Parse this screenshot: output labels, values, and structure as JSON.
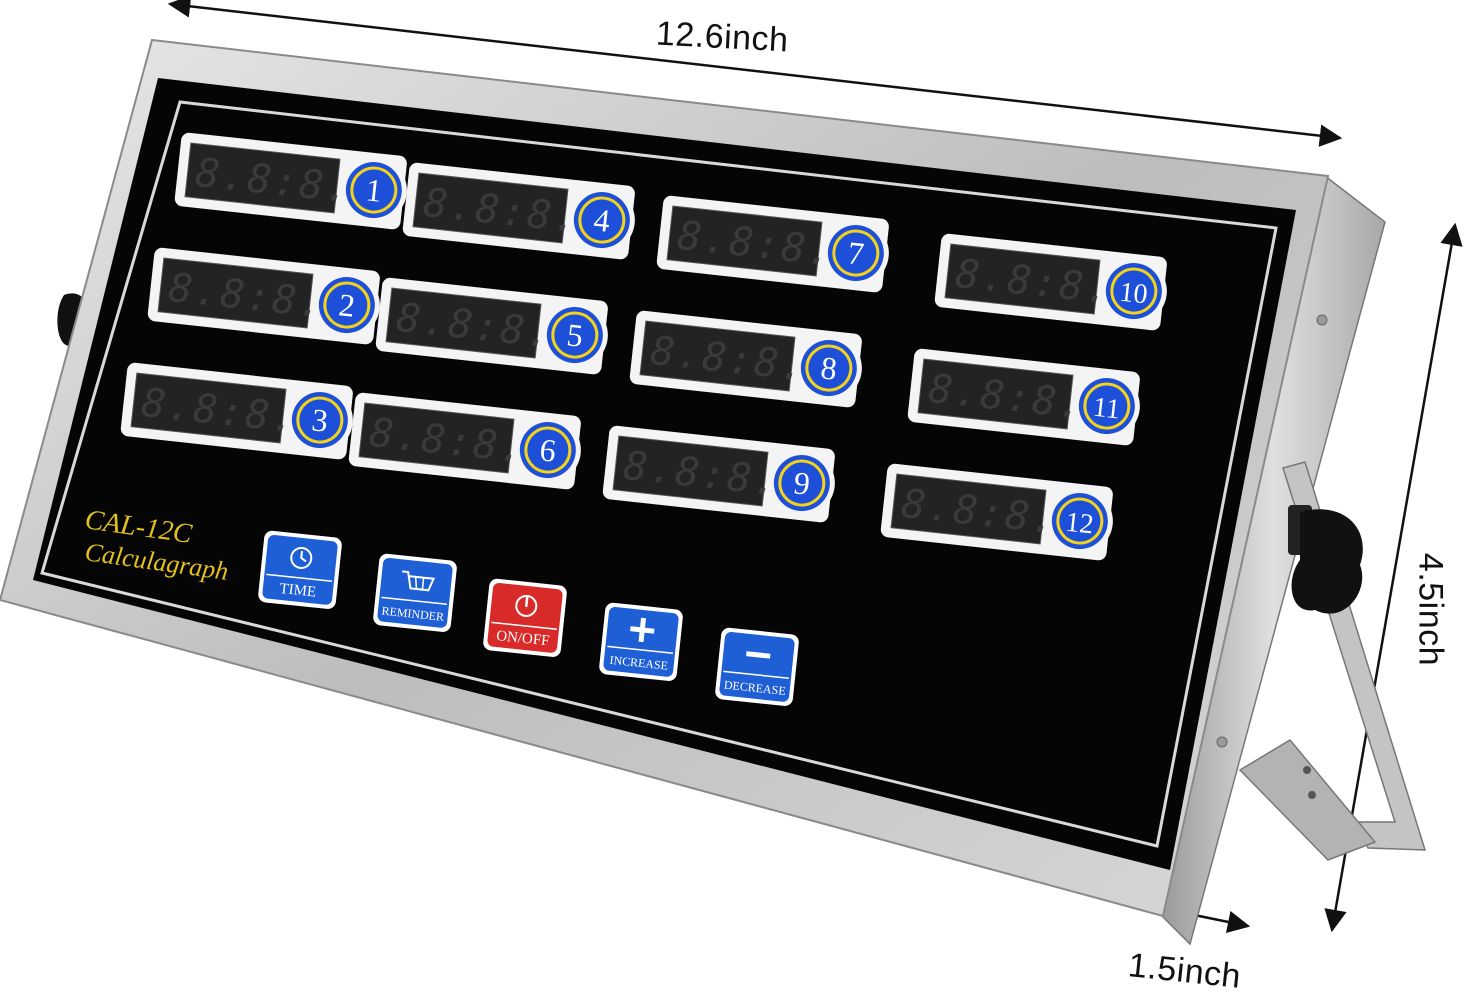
{
  "dimensions": {
    "width": "12.6inch",
    "height": "4.5inch",
    "depth": "1.5inch"
  },
  "device": {
    "model": "CAL-12C",
    "name": "Calculagraph",
    "display_readout": "8.8:8.8"
  },
  "timers": [
    {
      "number": "1"
    },
    {
      "number": "2"
    },
    {
      "number": "3"
    },
    {
      "number": "4"
    },
    {
      "number": "5"
    },
    {
      "number": "6"
    },
    {
      "number": "7"
    },
    {
      "number": "8"
    },
    {
      "number": "9"
    },
    {
      "number": "10"
    },
    {
      "number": "11"
    },
    {
      "number": "12"
    }
  ],
  "buttons": [
    {
      "label": "TIME",
      "icon": "clock-icon",
      "color": "#1f5fd6"
    },
    {
      "label": "REMINDER",
      "icon": "basket-icon",
      "color": "#1f5fd6"
    },
    {
      "label": "ON/OFF",
      "icon": "power-icon",
      "color": "#d92a2a"
    },
    {
      "label": "INCREASE",
      "icon": "plus-icon",
      "color": "#1f5fd6"
    },
    {
      "label": "DECREASE",
      "icon": "minus-icon",
      "color": "#1f5fd6"
    }
  ],
  "colors": {
    "panel": "#050505",
    "steel": "#c9c9c9",
    "badge_blue": "#1d4fd8",
    "badge_ring": "#f2d21a",
    "brand_text": "#e3c21b",
    "digit": "#3a3a3a"
  }
}
